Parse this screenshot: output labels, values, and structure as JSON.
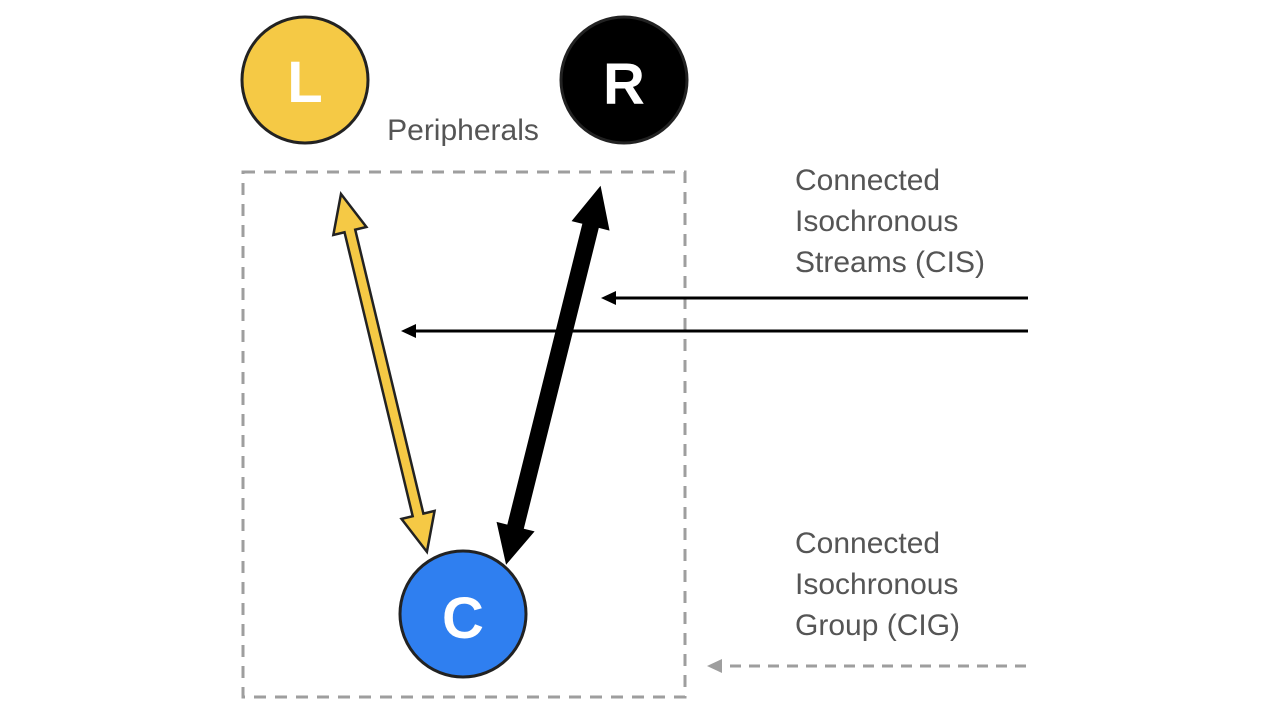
{
  "nodes": {
    "left": {
      "letter": "L",
      "fill": "#f5c945",
      "text_color": "#ffffff"
    },
    "right": {
      "letter": "R",
      "fill": "#000000",
      "text_color": "#ffffff"
    },
    "central": {
      "letter": "C",
      "fill": "#2f7ff0",
      "text_color": "#ffffff"
    }
  },
  "peripherals_label": "Peripherals",
  "cis_label": [
    "Connected",
    "Isochronous",
    "Streams (CIS)"
  ],
  "cig_label": [
    "Connected",
    "Isochronous",
    "Group (CIG)"
  ],
  "colors": {
    "yellow_arrow": "#f5c945",
    "black_arrow": "#000000",
    "group_border": "#9e9e9e",
    "caption_text": "#555555"
  }
}
